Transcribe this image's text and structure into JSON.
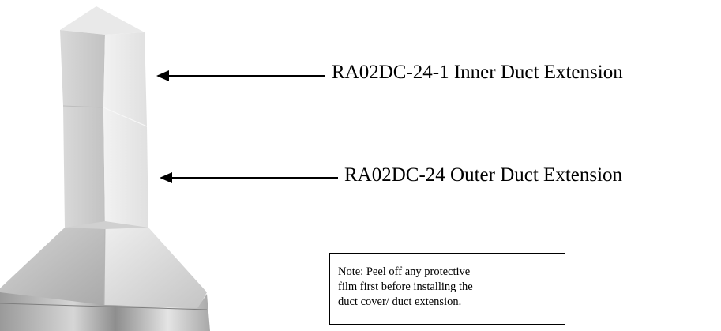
{
  "labels": {
    "inner": "RA02DC-24-1 Inner Duct Extension",
    "outer": "RA02DC-24 Outer Duct Extension"
  },
  "note": {
    "text": "Note: Peel off any protective film first before installing the duct cover/ duct extension."
  },
  "colors": {
    "arrow": "#000000",
    "steel_light": "#e6e6e6",
    "steel_mid": "#c9c9c9",
    "steel_dark": "#9c9c9c"
  }
}
